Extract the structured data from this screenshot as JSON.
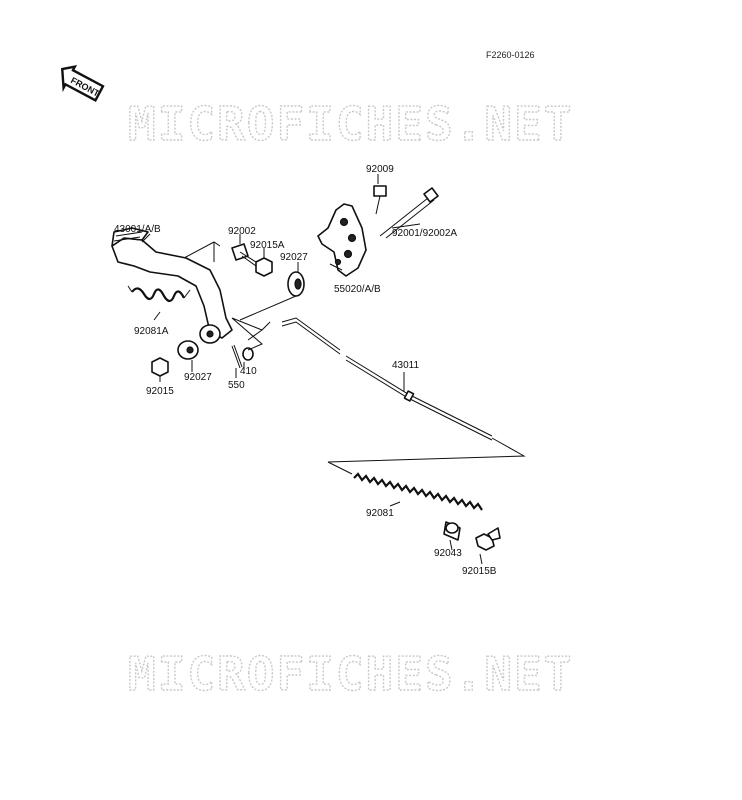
{
  "diagram_code": "F2260-0126",
  "front_badge": "FRONT",
  "watermark": "MICROFICHES.NET",
  "parts": {
    "p92009": "92009",
    "p43001": "43001/A/B",
    "p92002": "92002",
    "p92015A": "92015A",
    "p92027_upper": "92027",
    "p92001": "92001/92002A",
    "p55020": "55020/A/B",
    "p92081A": "92081A",
    "p92027_lower": "92027",
    "p410": "410",
    "p550": "550",
    "p92015": "92015",
    "p43011": "43011",
    "p92081": "92081",
    "p92043": "92043",
    "p92015B": "92015B"
  }
}
